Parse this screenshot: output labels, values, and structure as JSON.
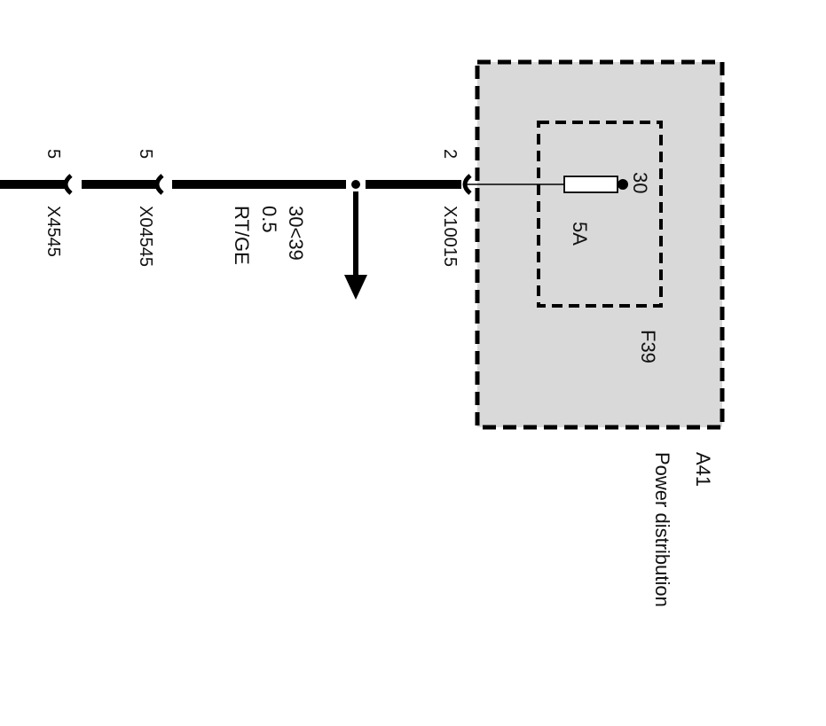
{
  "colors": {
    "background": "#ffffff",
    "wire": "#000000",
    "module_fill": "#d9d9d9",
    "text": "#111111"
  },
  "module": {
    "id": "A41",
    "name": "Power distribution"
  },
  "fuse": {
    "id": "F39",
    "rating": "5A",
    "terminal": "30"
  },
  "connectors": [
    {
      "id": "X10015",
      "pin": "2"
    },
    {
      "id": "X04545",
      "pin": "5"
    },
    {
      "id": "X4545",
      "pin": "5"
    }
  ],
  "wire": {
    "circuit": "30<39",
    "gauge": "0.5",
    "color_code": "RT/GE"
  },
  "icons": {
    "junction": "junction-dot-icon",
    "branch_arrow": "arrow-down-icon",
    "connector": "connector-cup-icon"
  }
}
